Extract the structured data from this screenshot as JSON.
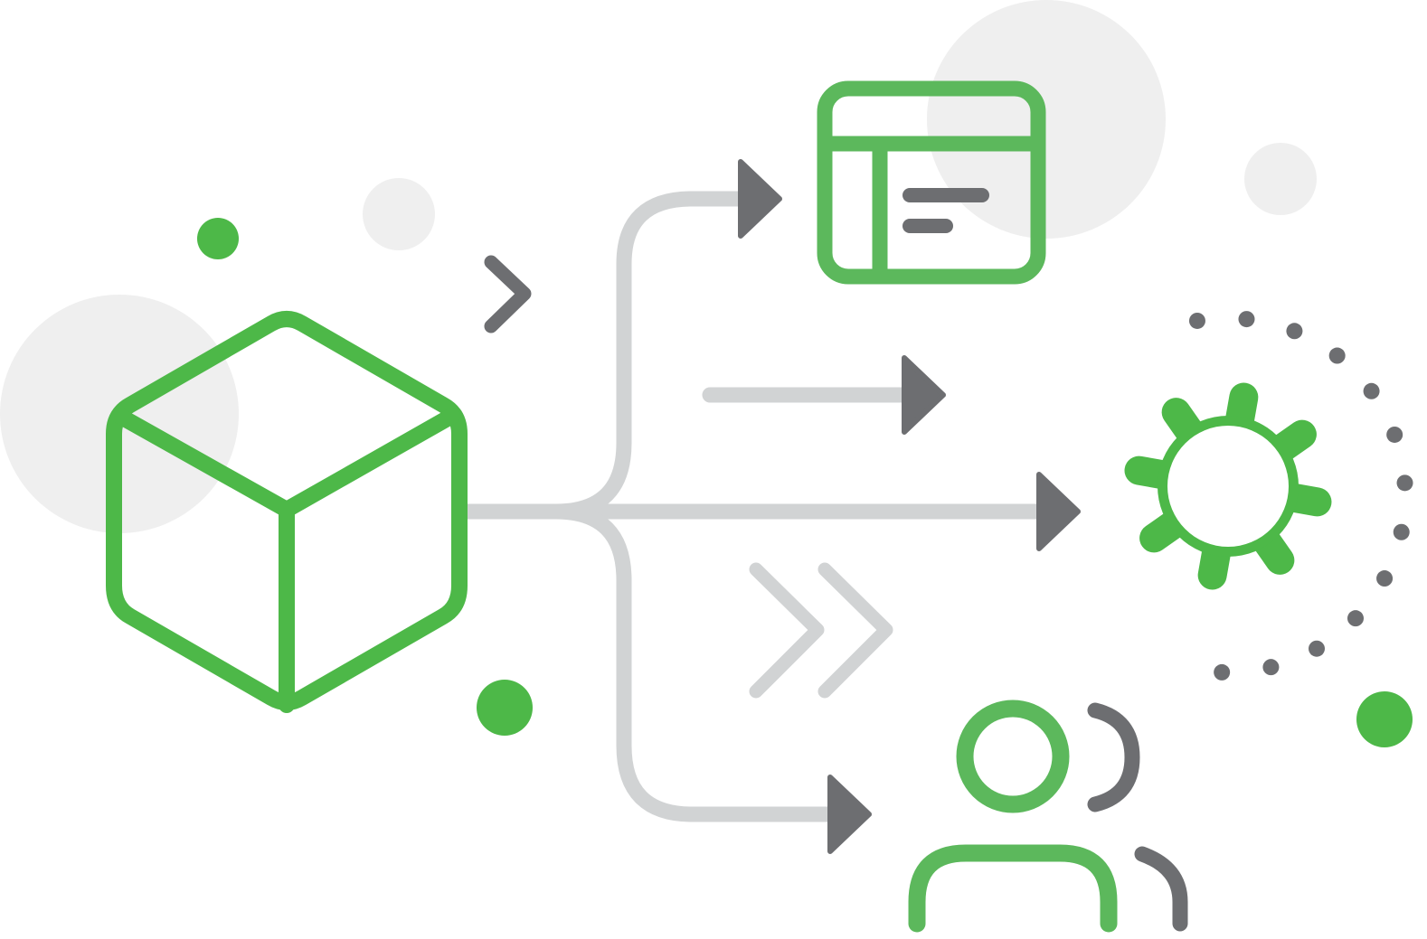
{
  "colors": {
    "background": "#ffffff",
    "accent_green": "#4db848",
    "accent_green_light": "#5cb85c",
    "connector_gray": "#d1d3d4",
    "arrow_gray": "#6d6e71",
    "backdrop_gray": "#efefef"
  },
  "icons": {
    "source": "cube-icon",
    "targets": [
      "browser-window-icon",
      "gear-icon",
      "user-icon"
    ],
    "accents": [
      "chevron-right-icon",
      "double-chevron-right-icon"
    ]
  },
  "diagram": {
    "source": "cube",
    "branches": [
      {
        "target": "browser-window",
        "arrow": "arrowhead-top"
      },
      {
        "target": "none",
        "arrow": "arrowhead-middle-short"
      },
      {
        "target": "gear",
        "arrow": "arrowhead-main"
      },
      {
        "target": "user",
        "arrow": "arrowhead-bottom"
      }
    ]
  }
}
